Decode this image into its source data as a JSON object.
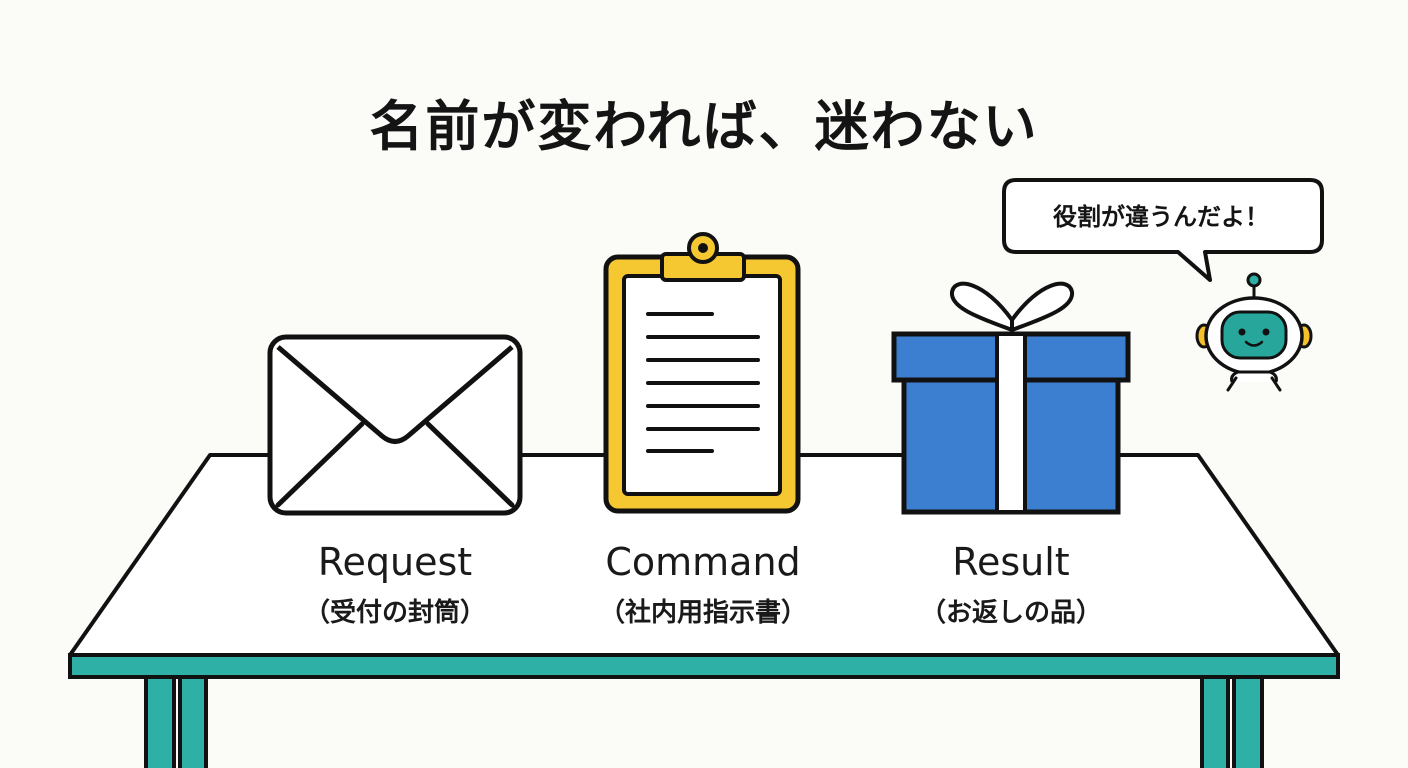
{
  "title": "名前が変われば、迷わない",
  "speech_bubble": "役割が違うんだよ！",
  "items": [
    {
      "name": "Request",
      "description": "（受付の封筒）",
      "icon": "envelope-icon"
    },
    {
      "name": "Command",
      "description": "（社内用指示書）",
      "icon": "clipboard-icon"
    },
    {
      "name": "Result",
      "description": "（お返しの品）",
      "icon": "gift-box-icon"
    }
  ],
  "colors": {
    "table_leg": "#2fb0a6",
    "clipboard": "#f5c730",
    "gift": "#3c7fd1",
    "robot_face": "#27a79c",
    "robot_accent": "#f5c02a",
    "outline": "#111111"
  }
}
